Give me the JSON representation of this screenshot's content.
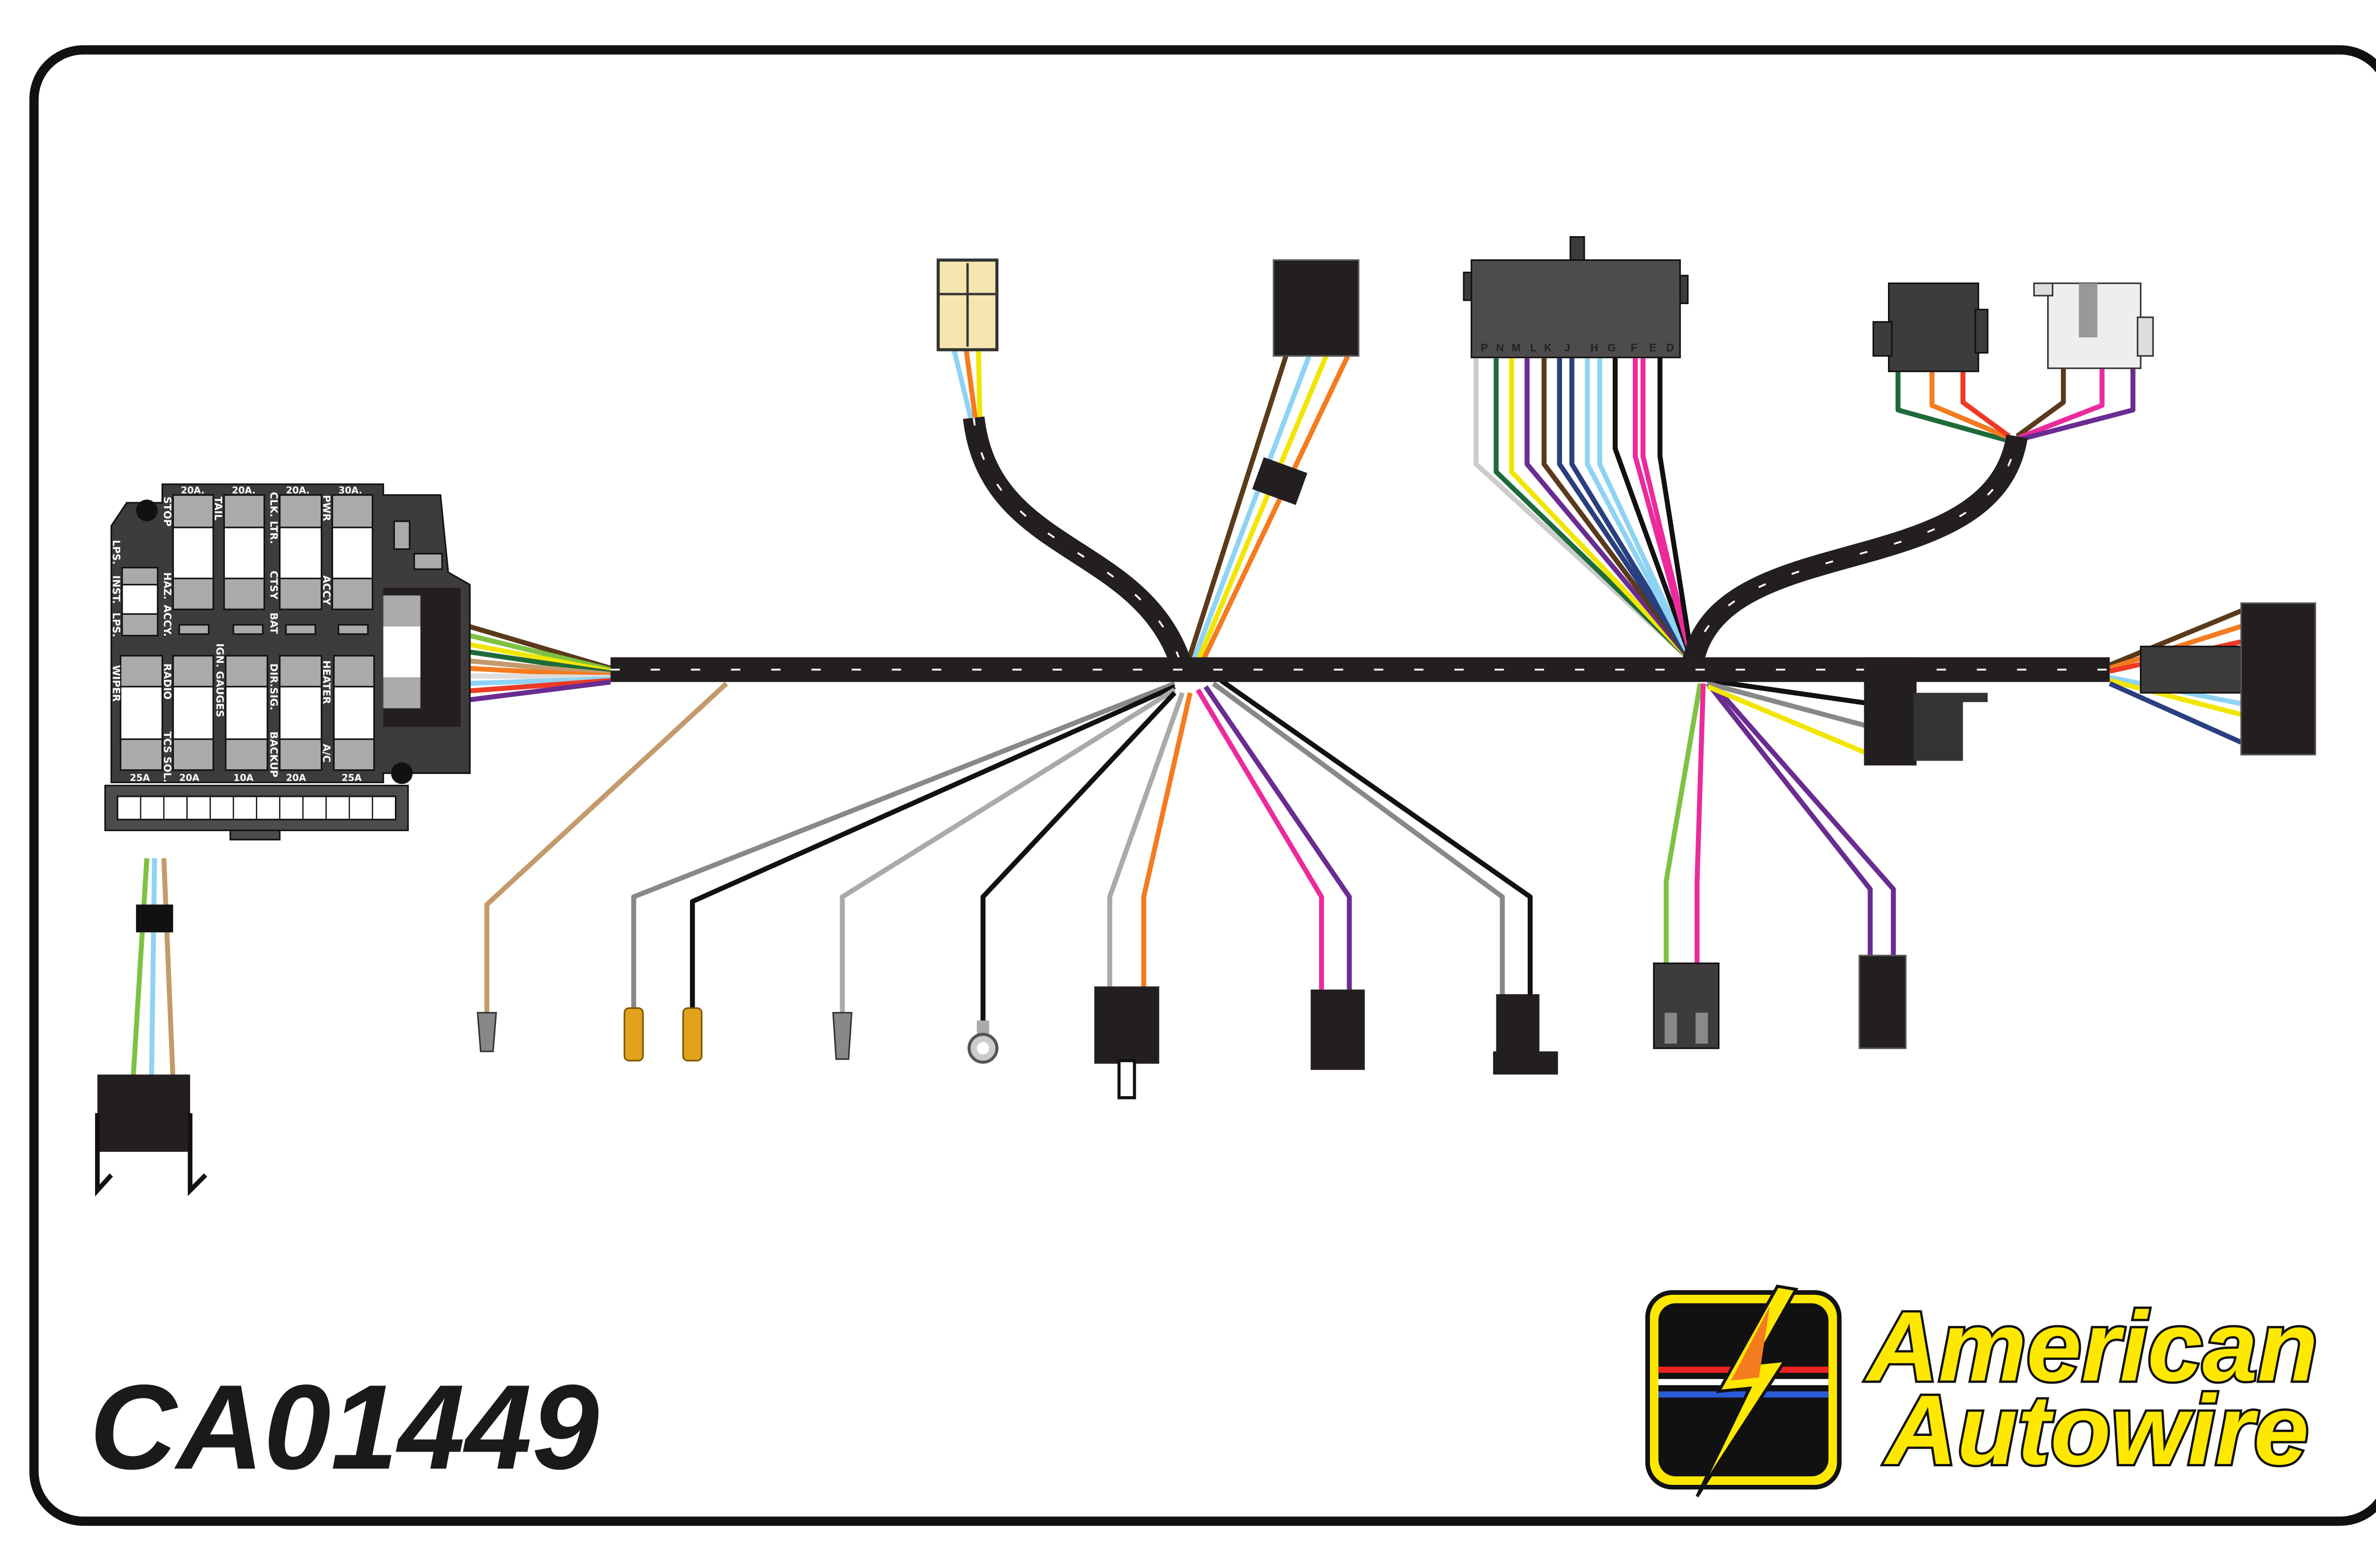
{
  "part_number": "CA01449",
  "logo": {
    "line1": "American",
    "line2": "Autowire"
  },
  "fuse_panel": {
    "top_amps": [
      "20A.",
      "20A.",
      "20A.",
      "30A."
    ],
    "bottom_amps": [
      "25A",
      "20A",
      "10A",
      "20A",
      "25A"
    ],
    "labels": {
      "stop": "STOP",
      "tail": "TAIL",
      "clk_ltr": "CLK. LTR.",
      "pwr": "PWR",
      "haz": "HAZ.",
      "ctsy": "CTSY",
      "accy_top": "ACCY",
      "accy_left": "ACCY.",
      "bat": "BAT",
      "lps1": "LPS.",
      "inst": "INST.",
      "lps2": "LPS.",
      "wiper": "WIPER",
      "radio": "RADIO",
      "ign_gauges": "IGN. GAUGES",
      "dir_sig": "DIR.SIG.",
      "heater": "HEATER",
      "tcs_sol": "TCS SOL.",
      "backup": "BACKUP",
      "ac": "A/C"
    }
  },
  "bulkhead_connector": {
    "pins": [
      "P",
      "N",
      "M",
      "L",
      "K",
      "J",
      "H",
      "G",
      "F",
      "E",
      "D"
    ]
  },
  "colors": {
    "harness": "#231f20",
    "connector": "#3d3b3c",
    "logo_yellow": "#ffe800",
    "border": "#111111"
  }
}
